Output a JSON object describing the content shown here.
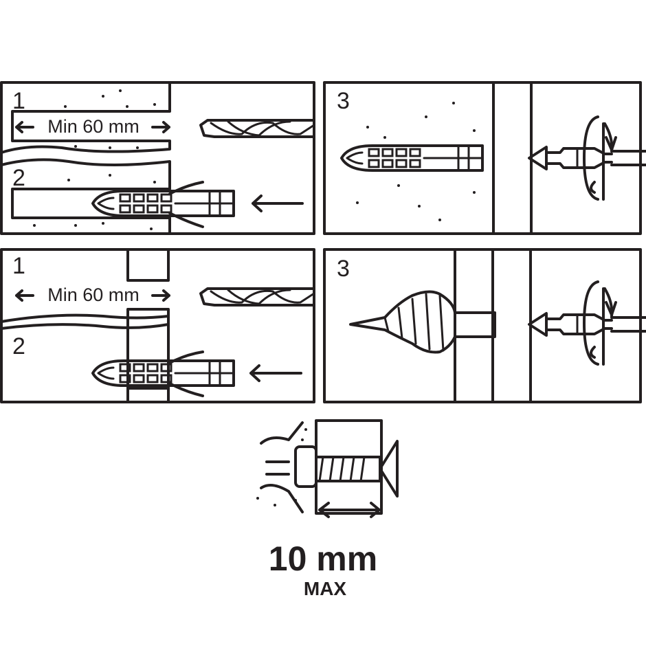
{
  "panels": [
    {
      "step_a": "1",
      "step_b": "2",
      "dimension": "Min 60 mm"
    },
    {
      "step": "3"
    },
    {
      "step_a": "1",
      "step_b": "2",
      "dimension": "Min 60 mm"
    },
    {
      "step": "3"
    }
  ],
  "detail": {
    "thickness": "10 mm",
    "qualifier": "MAX"
  },
  "colors": {
    "ink": "#231f20",
    "background": "#ffffff"
  }
}
